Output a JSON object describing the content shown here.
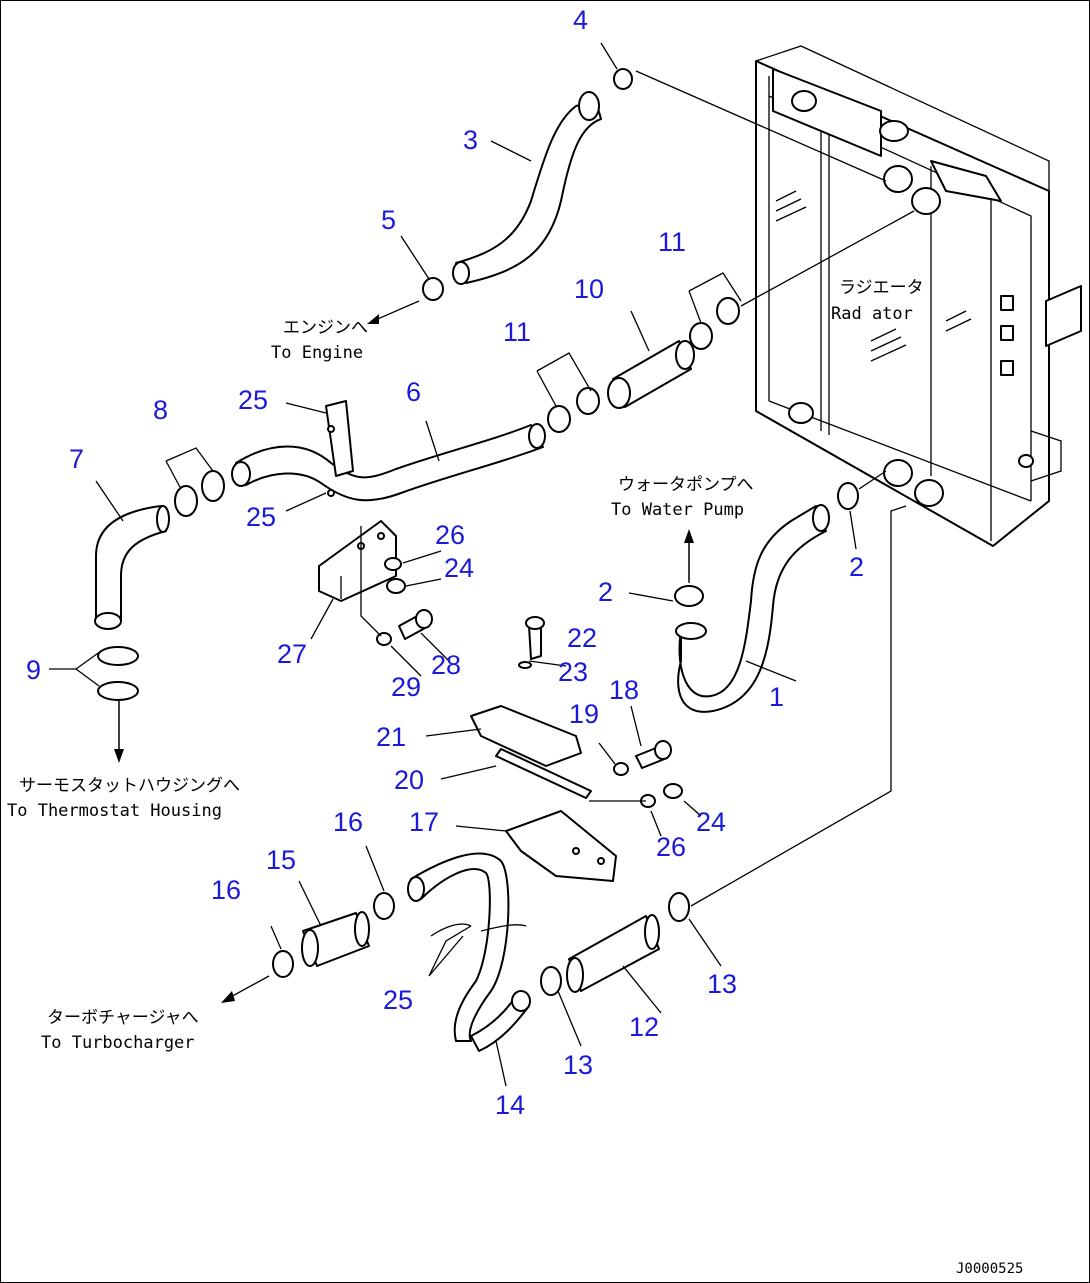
{
  "callouts": {
    "c1": "1",
    "c2a": "2",
    "c2b": "2",
    "c3": "3",
    "c4": "4",
    "c5": "5",
    "c6": "6",
    "c7": "7",
    "c8": "8",
    "c9": "9",
    "c10": "10",
    "c11a": "11",
    "c11b": "11",
    "c12": "12",
    "c13a": "13",
    "c13b": "13",
    "c14": "14",
    "c15": "15",
    "c16a": "16",
    "c16b": "16",
    "c17": "17",
    "c18": "18",
    "c19": "19",
    "c20": "20",
    "c21": "21",
    "c22": "22",
    "c23": "23",
    "c24a": "24",
    "c24b": "24",
    "c25a": "25",
    "c25b": "25",
    "c25c": "25",
    "c26a": "26",
    "c26b": "26",
    "c27": "27",
    "c28": "28",
    "c29": "29"
  },
  "labels": {
    "engine_jp": "エンジンへ",
    "engine_en": "To Engine",
    "radiator_jp": "ラジエータ",
    "radiator_en": "Rad ator",
    "pump_jp": "ウォータポンプへ",
    "pump_en": "To Water Pump",
    "thermo_jp": "サーモスタットハウジングへ",
    "thermo_en": "To Thermostat Housing",
    "turbo_jp": "ターボチャージャへ",
    "turbo_en": "To Turbocharger"
  },
  "drawing_code": "J0000525"
}
